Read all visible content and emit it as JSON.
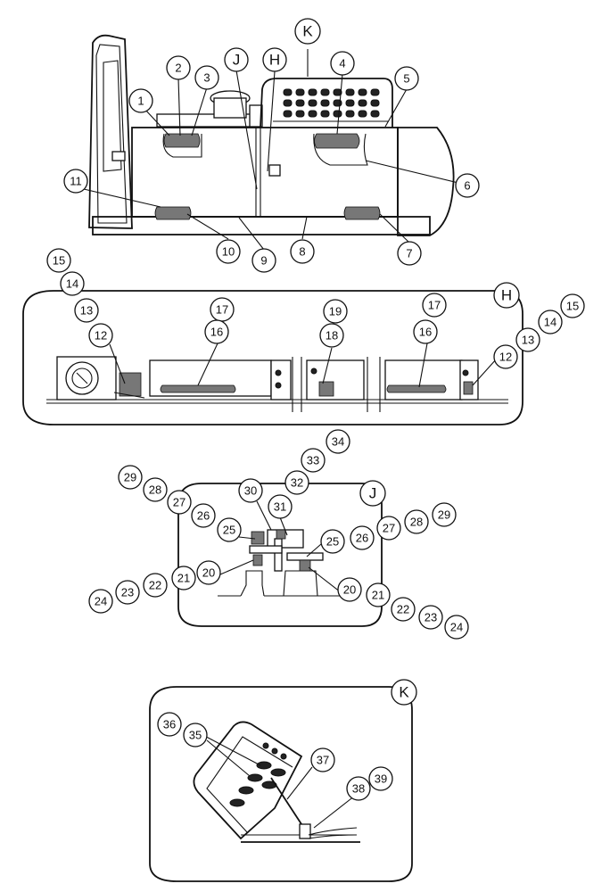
{
  "views": {
    "main": {
      "callouts": [
        "1",
        "2",
        "3",
        "4",
        "5",
        "6",
        "7",
        "8",
        "9",
        "10",
        "11"
      ],
      "letters": [
        "J",
        "H",
        "K"
      ]
    },
    "detail_h": {
      "letter": "H",
      "callouts": [
        "15",
        "14",
        "13",
        "12",
        "17",
        "16",
        "19",
        "18",
        "17",
        "16",
        "12",
        "13",
        "14",
        "15"
      ]
    },
    "detail_j": {
      "letter": "J",
      "callouts": [
        "29",
        "28",
        "27",
        "26",
        "25",
        "30",
        "34",
        "33",
        "32",
        "31",
        "25",
        "26",
        "27",
        "28",
        "29",
        "20",
        "21",
        "22",
        "23",
        "24",
        "20",
        "21",
        "22",
        "23",
        "24"
      ]
    },
    "detail_k": {
      "letter": "K",
      "callouts": [
        "36",
        "35",
        "37",
        "38",
        "39"
      ]
    }
  }
}
